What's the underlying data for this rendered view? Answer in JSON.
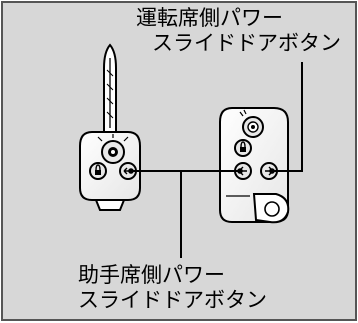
{
  "callouts": {
    "driver_side_button": {
      "line1": "運転席側パワー",
      "line2": "スライドドアボタン"
    },
    "passenger_side_button": {
      "line1": "助手席側パワー",
      "line2": "スライドドアボタン"
    }
  },
  "icons": {
    "left_key": [
      "key-blade-icon",
      "lock-button-icon",
      "unlock-button-icon",
      "power-slide-door-button-icon"
    ],
    "right_remote": [
      "panic-button-icon",
      "lock-button-icon",
      "power-slide-door-button-icon"
    ]
  },
  "colors": {
    "background": "#d7d7d7",
    "frame": "#555555",
    "device_body": "#ffffff",
    "button": "#e8e8e8"
  }
}
